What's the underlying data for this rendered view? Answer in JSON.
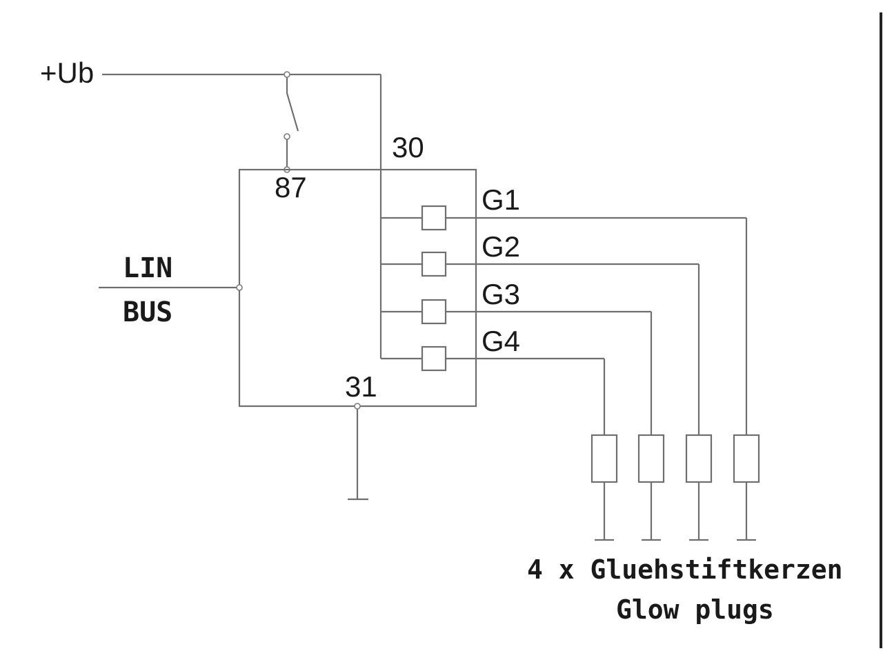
{
  "labels": {
    "supply": "+Ub",
    "terminal_30": "30",
    "terminal_87": "87",
    "terminal_31": "31",
    "lin": "LIN",
    "bus": "BUS",
    "outputs": [
      "G1",
      "G2",
      "G3",
      "G4"
    ]
  },
  "caption": {
    "line1": "4 x Gluehstiftkerzen",
    "line2": "Glow plugs"
  },
  "colors": {
    "line": "#6e6e6e",
    "text": "#1a1a1a",
    "background": "#ffffff"
  }
}
